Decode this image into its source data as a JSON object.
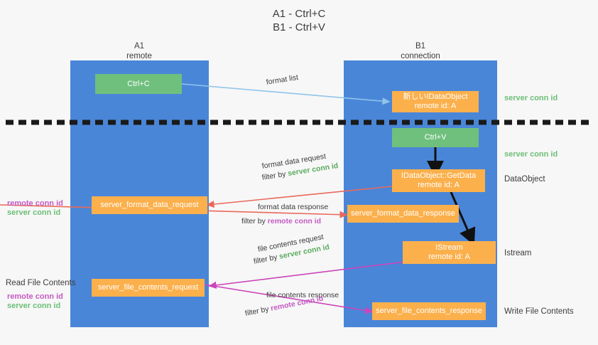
{
  "title": {
    "line1": "A1 - Ctrl+C",
    "line2": "B1 - Ctrl+V"
  },
  "lanes": [
    {
      "name": "A1",
      "sub": "remote"
    },
    {
      "name": "B1",
      "sub": "connection"
    }
  ],
  "nodes": {
    "ctrl_c": "Ctrl+C",
    "ctrl_v": "Ctrl+V",
    "idataobject_new_l1": "新しいIDataObject",
    "idataobject_new_l2": "remote id: A",
    "getdata_l1": "IDataObject::GetData",
    "getdata_l2": "remote id: A",
    "istream_l1": "IStream",
    "istream_l2": "remote id: A",
    "server_format_data_request": "server_format_data_request",
    "server_format_data_response": "server_format_data_response",
    "server_file_contents_request": "server_file_contents_request",
    "server_file_contents_response": "server_file_contents_response"
  },
  "edges": {
    "format_list": "format list",
    "format_data_request": "format data request",
    "format_data_response": "format data response",
    "file_contents_request": "file contents request",
    "file_contents_response": "file contents response",
    "filter_by": "filter by",
    "server_conn_id": "server conn id",
    "remote_conn_id": "remote conn id"
  },
  "side_labels": {
    "server_conn_id_top": "server conn id",
    "server_conn_id_mid": "server conn id",
    "dataobject": "DataObject",
    "istream": "Istream",
    "write_file_contents": "Write File Contents"
  },
  "left_labels": {
    "read_file_contents": "Read File Contents",
    "remote_conn_id": "remote conn id",
    "server_conn_id": "server conn id"
  },
  "colors": {
    "lane": "#4a86d8",
    "green_box": "#6fc07d",
    "orange_box": "#fbb04c",
    "red_arrow": "#e8695c",
    "magenta_arrow": "#cc44bb",
    "lightblue_arrow": "#8fc4ea",
    "black": "#1a1a1a",
    "green_text": "#6cbf77",
    "purple_text": "#c45ac4"
  }
}
